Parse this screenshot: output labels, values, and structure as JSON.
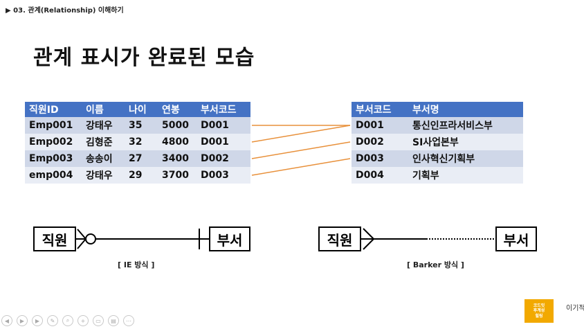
{
  "header": {
    "breadcrumb": "▶ 03. 관계(Relationship) 이해하기"
  },
  "slide": {
    "title": "관계 표시가 완료된 모습"
  },
  "employee_table": {
    "columns": [
      "직원ID",
      "이름",
      "나이",
      "연봉",
      "부서코드"
    ],
    "rows": [
      [
        "Emp001",
        "강태우",
        "35",
        "5000",
        "D001"
      ],
      [
        "Emp002",
        "김형준",
        "32",
        "4800",
        "D001"
      ],
      [
        "Emp003",
        "송송이",
        "27",
        "3400",
        "D002"
      ],
      [
        "emp004",
        "강태우",
        "29",
        "3700",
        "D003"
      ]
    ]
  },
  "department_table": {
    "columns": [
      "부서코드",
      "부서명"
    ],
    "rows": [
      [
        "D001",
        "통신인프라서비스부"
      ],
      [
        "D002",
        "SI사업본부"
      ],
      [
        "D003",
        "인사혁신기획부"
      ],
      [
        "D004",
        "기획부"
      ]
    ]
  },
  "relationship_lines": [
    {
      "from_row": 0,
      "to_row": 0
    },
    {
      "from_row": 1,
      "to_row": 0
    },
    {
      "from_row": 2,
      "to_row": 1
    },
    {
      "from_row": 3,
      "to_row": 2
    }
  ],
  "ie_notation": {
    "entity_left": "직원",
    "entity_right": "부서",
    "caption": "[ IE 방식 ]"
  },
  "barker_notation": {
    "entity_left": "직원",
    "entity_right": "부서",
    "caption": "[ Barker 방식 ]"
  },
  "colors": {
    "header_bg": "#4472c4",
    "row_odd": "#cfd7e8",
    "row_even": "#e9edf5",
    "relation_line": "#e8903a",
    "badge": "#f2a900"
  },
  "footer": {
    "control_icons": [
      "previous-icon",
      "play-icon",
      "next-icon",
      "pen-icon",
      "zoom-icon",
      "zoom-in-icon",
      "screen-icon",
      "captions-icon",
      "more-icon"
    ],
    "badge_lines": [
      "코드잇",
      "후계성",
      "힐링"
    ],
    "publisher": "이기적"
  }
}
